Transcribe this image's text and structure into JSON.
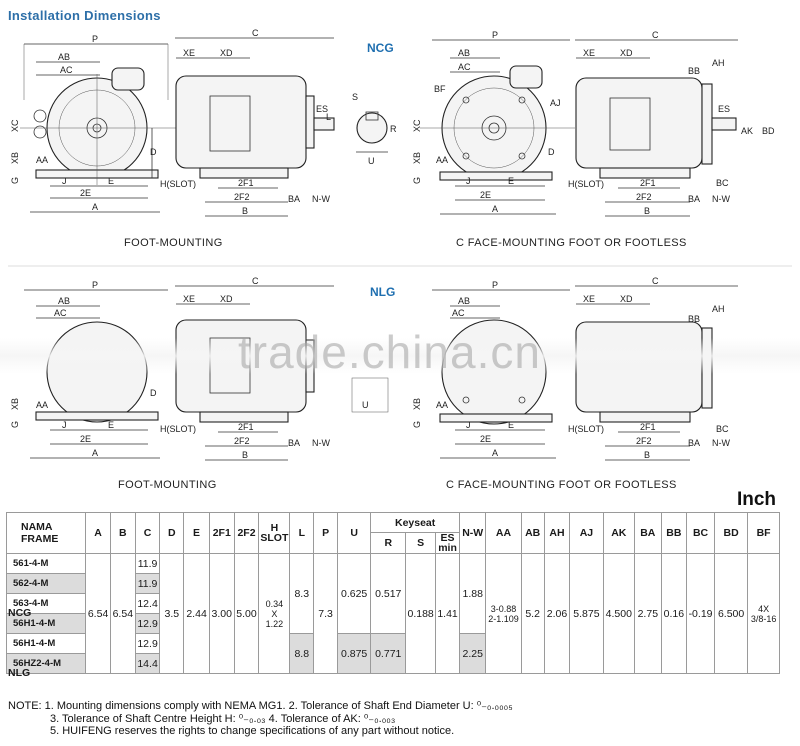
{
  "title": "Installation Dimensions",
  "unit": "Inch",
  "watermark": "trade.china.cn",
  "sections": {
    "ncg_label": "NCG",
    "nlg_label": "NLG",
    "caption_foot": "FOOT-MOUNTING",
    "caption_cface": "C FACE-MOUNTING FOOT OR FOOTLESS"
  },
  "dims": {
    "P": "P",
    "C": "C",
    "AB": "AB",
    "AC": "AC",
    "XE": "XE",
    "XD": "XD",
    "XC": "XC",
    "XB": "XB",
    "AA": "AA",
    "G": "G",
    "D": "D",
    "L": "L",
    "ES": "ES",
    "S": "S",
    "R": "R",
    "U": "U",
    "J": "J",
    "E": "E",
    "E2": "2E",
    "A": "A",
    "HSLOT": "H(SLOT)",
    "F1": "2F1",
    "F2": "2F2",
    "B": "B",
    "BA": "BA",
    "NW": "N-W",
    "BF": "BF",
    "AJ": "AJ",
    "AK": "AK",
    "BD": "BD",
    "BB": "BB",
    "AH": "AH",
    "BC": "BC"
  },
  "table": {
    "headers": {
      "frame": "NAMA FRAME",
      "A": "A",
      "B": "B",
      "C": "C",
      "D": "D",
      "E": "E",
      "F1": "2F1",
      "F2": "2F2",
      "H1": "H",
      "H2": "SLOT",
      "L": "L",
      "P": "P",
      "U": "U",
      "keyseat": "Keyseat",
      "R": "R",
      "S": "S",
      "ES1": "ES",
      "ES2": "min",
      "NW": "N-W",
      "AA": "AA",
      "AB": "AB",
      "AH": "AH",
      "AJ": "AJ",
      "AK": "AK",
      "BA": "BA",
      "BB": "BB",
      "BC": "BC",
      "BD": "BD",
      "BF": "BF"
    },
    "series_ncg": "NCG",
    "series_nlg": "NLG",
    "models": [
      "561-4-M",
      "562-4-M",
      "563-4-M",
      "56H1-4-M",
      "56H1-4-M",
      "56HZ2-4-M"
    ],
    "c_values": [
      "11.9",
      "11.9",
      "12.4",
      "12.9",
      "12.9",
      "14.4"
    ],
    "common": {
      "A": "6.54",
      "B": "6.54",
      "D": "3.5",
      "E": "2.44",
      "F1": "3.00",
      "F2": "5.00",
      "H1": "0.34",
      "H2": "X",
      "H3": "1.22",
      "P": "7.3",
      "S": "0.188",
      "ES": "1.41",
      "AA1": "3-0.88",
      "AA2": "2-1.109",
      "AB": "5.2",
      "AH": "2.06",
      "AJ": "5.875",
      "AK": "4.500",
      "BA": "2.75",
      "BB": "0.16",
      "BC": "-0.19",
      "BD": "6.500",
      "BF1": "4X",
      "BF2": "3/8-16"
    },
    "ncg": {
      "L": "8.3",
      "U": "0.625",
      "R": "0.517",
      "NW": "1.88"
    },
    "nlg": {
      "L": "8.8",
      "U": "0.875",
      "R": "0.771",
      "NW": "2.25"
    }
  },
  "notes": {
    "line1": "NOTE: 1. Mounting dimensions comply with NEMA MG1.    2. Tolerance of Shaft End Diameter U: ⁰₋₀.₀₀₀₅",
    "line2": "3. Tolerance of Shaft Centre Height H: ⁰₋₀.₀₃      4. Tolerance of AK: ⁰₋₀.₀₀₃",
    "line3": "5. HUIFENG reserves the rights to change specifications of any part without notice."
  }
}
